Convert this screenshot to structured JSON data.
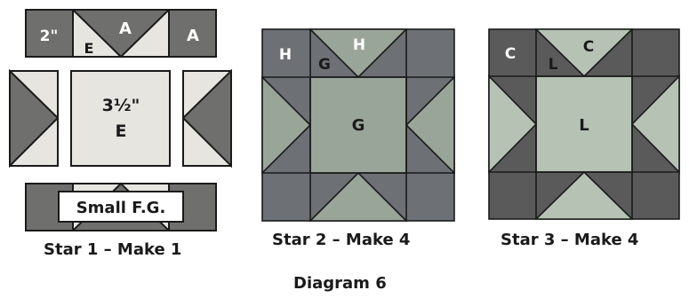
{
  "colors": {
    "dark": "#6f706d",
    "light": "#e6e5e0",
    "star2_bg": "#6d7075",
    "star2_fg": "#9aa59a",
    "star3_bg": "#5a5a5a",
    "star3_fg": "#b5c2b4",
    "stroke": "#1a1a1a"
  },
  "star1": {
    "corner_left": "2\"",
    "top_small": "E",
    "top_big": "A",
    "corner_right": "A",
    "center_line1": "3½\"",
    "center_line2": "E",
    "bottom_label": "Small F.G."
  },
  "star2": {
    "corner": "H",
    "small": "G",
    "big": "H",
    "center": "G"
  },
  "star3": {
    "corner": "C",
    "small": "L",
    "big": "C",
    "center": "L"
  },
  "captions": {
    "star1": "Star 1 – Make 1",
    "star2": "Star 2 – Make 4",
    "star3": "Star 3 – Make 4",
    "title": "Diagram 6"
  }
}
